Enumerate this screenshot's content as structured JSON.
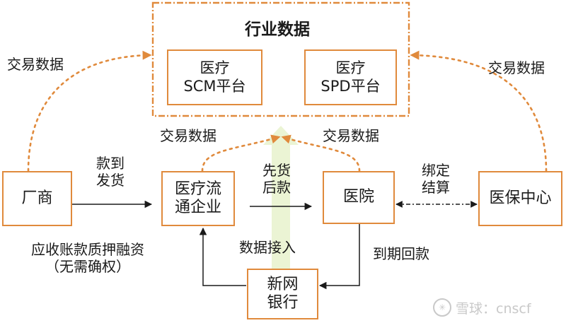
{
  "diagram": {
    "industry_data_title": "行业数据",
    "nodes": {
      "scm_platform": [
        "医疗",
        "SCM平台"
      ],
      "spd_platform": [
        "医疗",
        "SPD平台"
      ],
      "manufacturer": "厂商",
      "distributor": [
        "医疗流",
        "通企业"
      ],
      "hospital": "医院",
      "insurance_center": "医保中心",
      "bank": [
        "新网",
        "银行"
      ]
    },
    "edge_labels": {
      "trade_data_left": "交易数据",
      "trade_data_right": "交易数据",
      "trade_data_distributor": "交易数据",
      "trade_data_hospital": "交易数据",
      "payment_delivery": [
        "款到",
        "发货"
      ],
      "goods_first": [
        "先货",
        "后款"
      ],
      "binding_settlement": [
        "绑定",
        "结算"
      ],
      "data_access": "数据接入",
      "receivables_financing": [
        "应收账款质押融资",
        "（无需确权）"
      ],
      "repayment_due": "到期回款"
    },
    "colors": {
      "accent": "#e08a3c",
      "arrow_solid": "#1a1a1a",
      "data_access_arrow": "#e9f3cf"
    }
  },
  "watermark": {
    "icon": "snowball-logo-icon",
    "text": "雪球：cnscf"
  }
}
